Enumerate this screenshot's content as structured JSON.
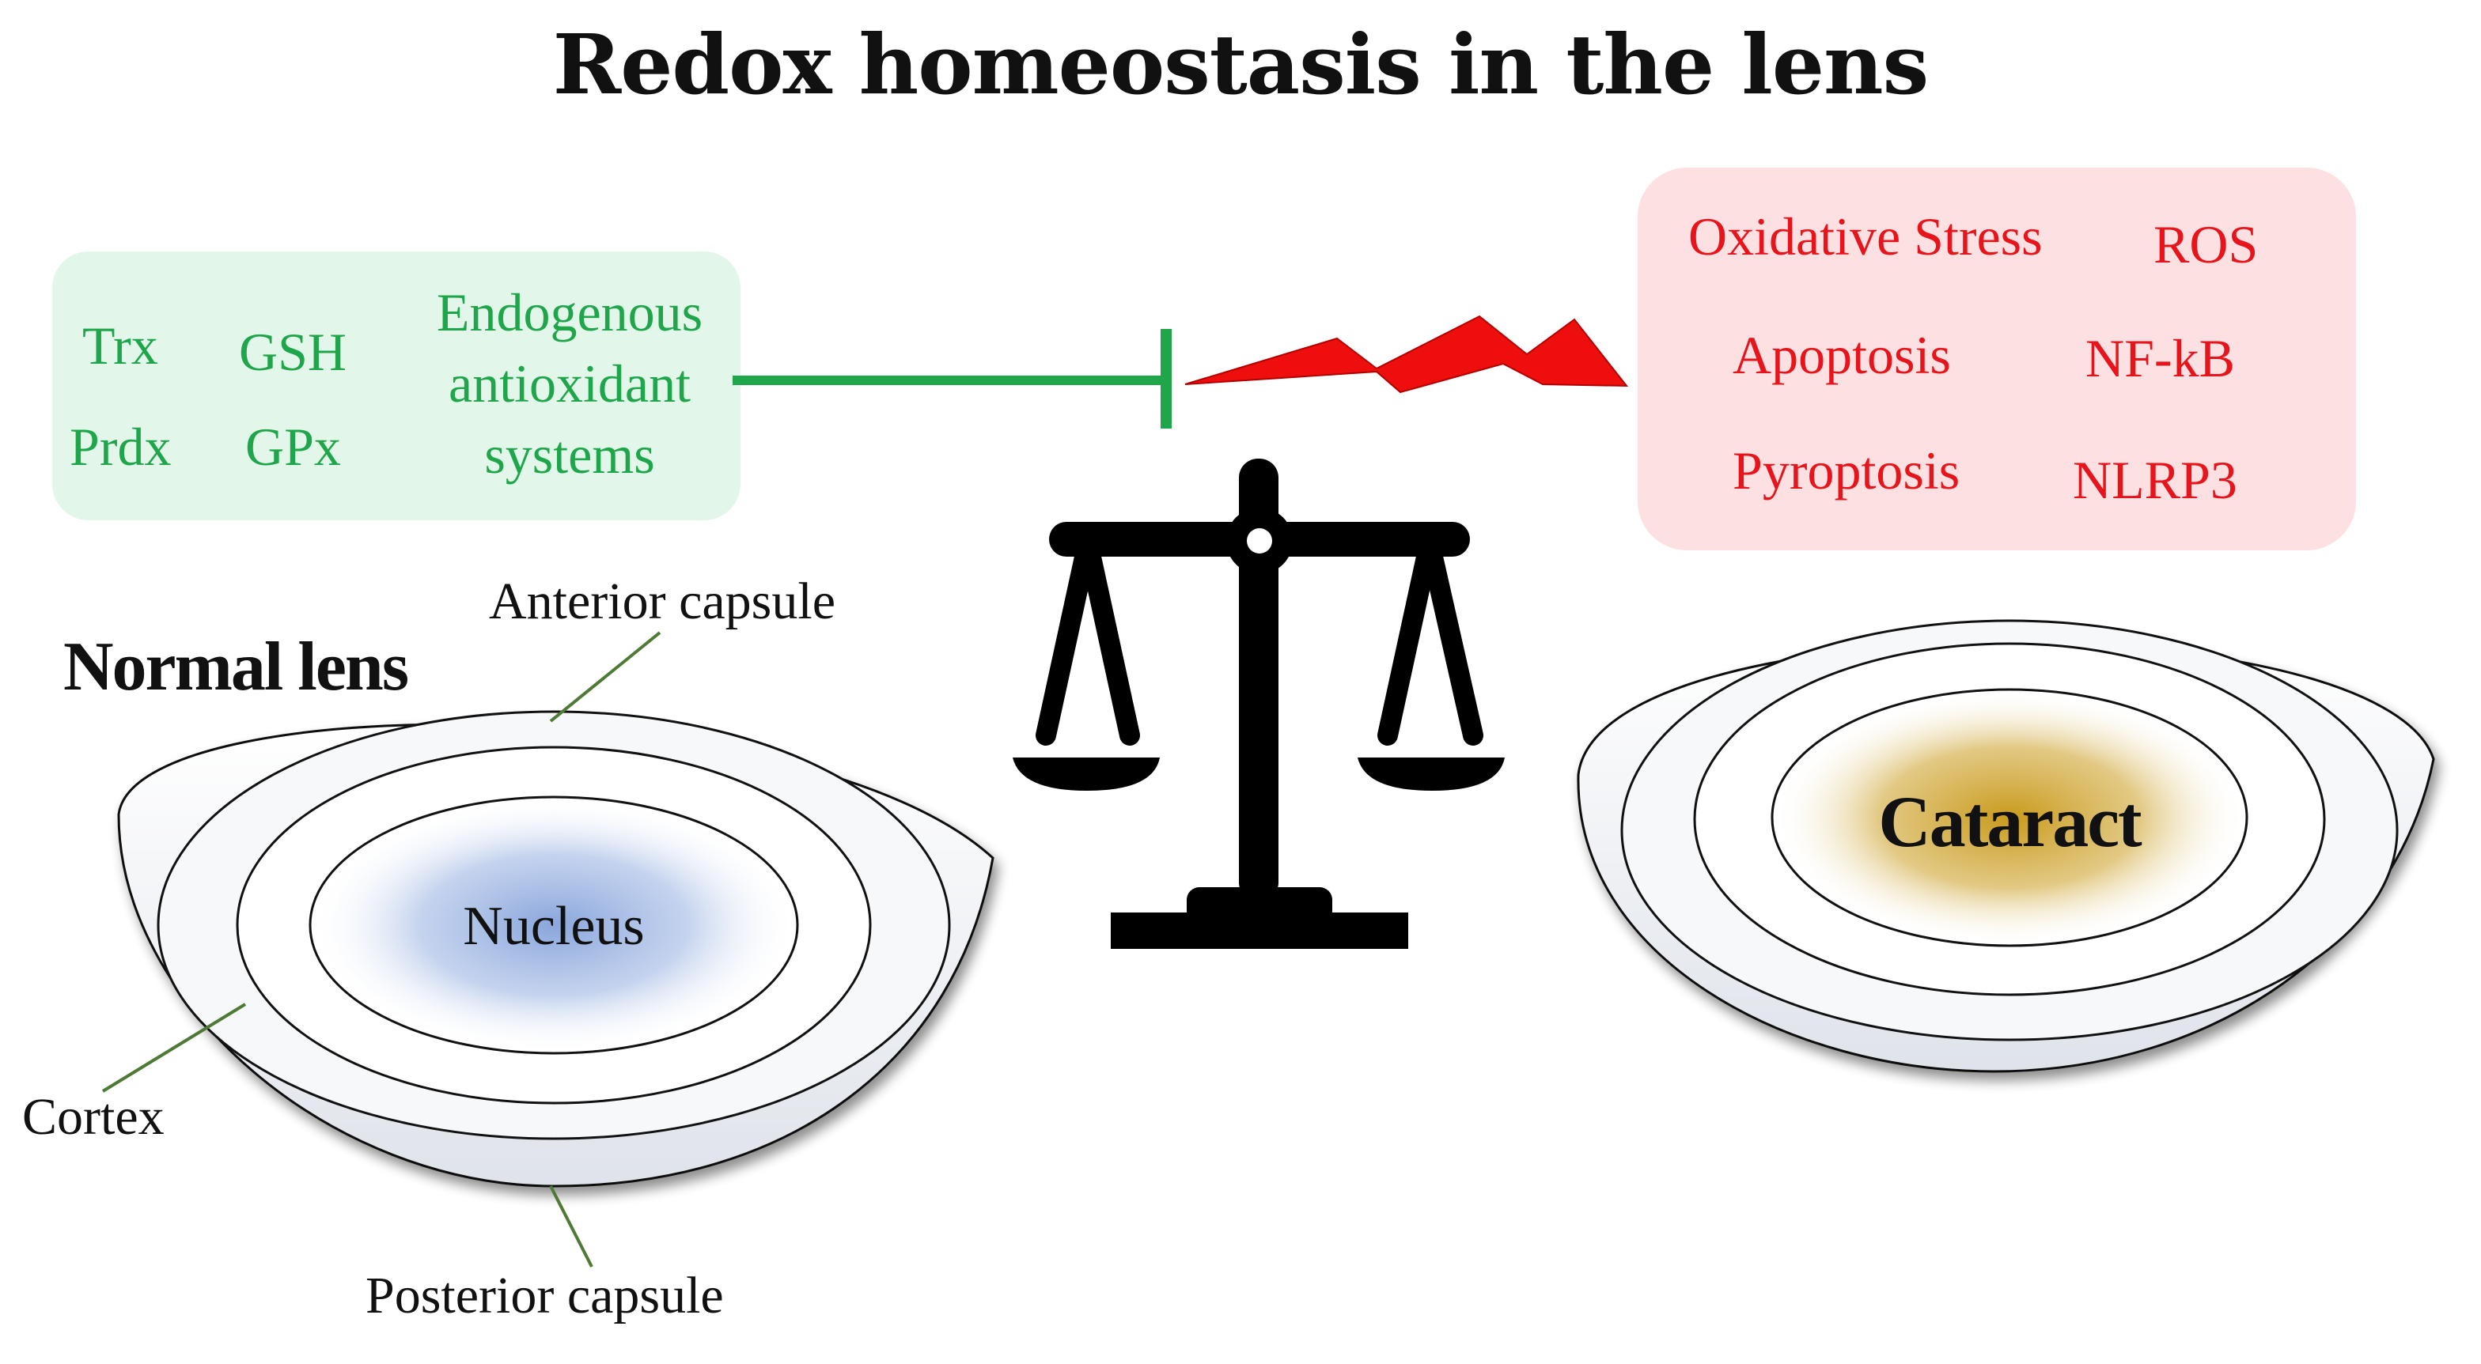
{
  "title": "Redox homeostasis in the lens",
  "antioxidant_box": {
    "items": [
      "Trx",
      "GSH",
      "Prdx",
      "GPx"
    ],
    "label_lines": [
      "Endogenous",
      "antioxidant",
      "systems"
    ],
    "color": "#1fa64a",
    "bg": "#e3f6ea"
  },
  "stress_box": {
    "items": [
      "Oxidative Stress",
      "ROS",
      "Apoptosis",
      "NF-kB",
      "Pyroptosis",
      "NLRP3"
    ],
    "color": "#e8141b",
    "bg": "#fde1e2"
  },
  "normal_lens": {
    "title": "Normal lens",
    "nucleus_label": "Nucleus",
    "labels": {
      "anterior": "Anterior capsule",
      "cortex": "Cortex",
      "posterior": "Posterior capsule"
    },
    "nucleus_color": "#8aa6dc"
  },
  "cataract_lens": {
    "label": "Cataract",
    "nucleus_color": "#c99a1c"
  }
}
